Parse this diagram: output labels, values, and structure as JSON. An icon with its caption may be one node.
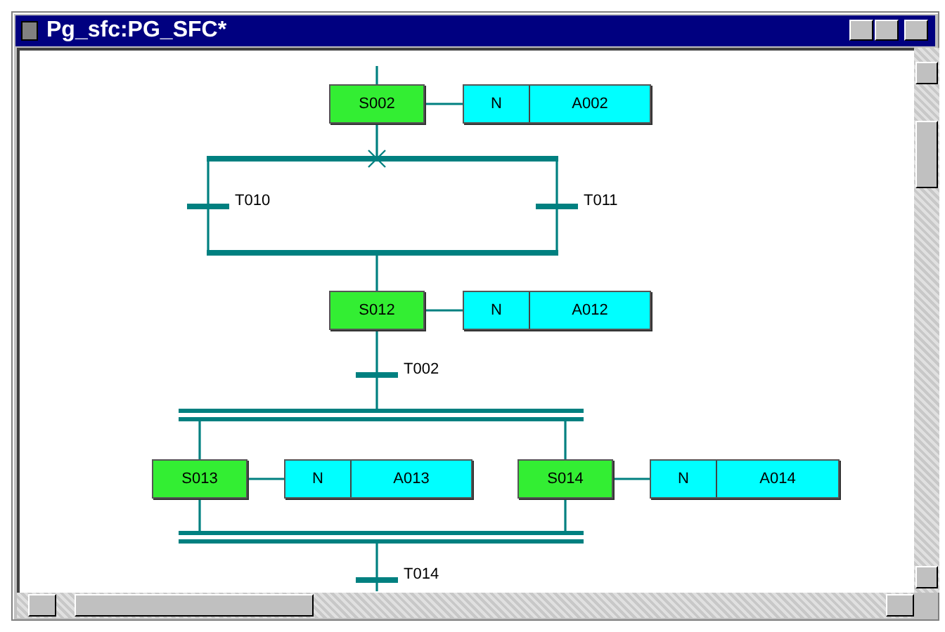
{
  "diagram": {
    "title": "Pg_sfc:PG_SFC*",
    "nodes": [
      {
        "text": [
          "S002"
        ]
      },
      {
        "text": [
          "N",
          "A002"
        ]
      },
      {
        "text": [],
        "shape": "bar"
      },
      {
        "text": [],
        "shape": "bar",
        "beside": [
          "T010"
        ]
      },
      {
        "text": [],
        "shape": "bar",
        "beside": [
          "T011"
        ]
      },
      {
        "text": [],
        "shape": "bar"
      },
      {
        "text": [
          "S012"
        ]
      },
      {
        "text": [
          "N",
          "A012"
        ]
      },
      {
        "text": [],
        "shape": "bar",
        "beside": [
          "T002"
        ]
      },
      {
        "text": [],
        "shape": "bar"
      },
      {
        "text": [
          "S013"
        ]
      },
      {
        "text": [
          "N",
          "A013"
        ]
      },
      {
        "text": [
          "S014"
        ]
      },
      {
        "text": [
          "N",
          "A014"
        ]
      },
      {
        "text": [],
        "shape": "bar"
      },
      {
        "text": [],
        "shape": "bar",
        "beside": [
          "T014"
        ]
      }
    ],
    "edges": [
      {
        "from": null,
        "to": 0,
        "arrow": "none"
      },
      {
        "from": 0,
        "to": 1,
        "arrow": "none"
      },
      {
        "from": 0,
        "to": 2,
        "arrow": "none"
      },
      {
        "from": 2,
        "to": 3,
        "arrow": "none"
      },
      {
        "from": 2,
        "to": 4,
        "arrow": "none"
      },
      {
        "from": 3,
        "to": 5,
        "arrow": "none"
      },
      {
        "from": 4,
        "to": 5,
        "arrow": "none"
      },
      {
        "from": 5,
        "to": 6,
        "arrow": "none"
      },
      {
        "from": 6,
        "to": 7,
        "arrow": "none"
      },
      {
        "from": 6,
        "to": 8,
        "arrow": "none"
      },
      {
        "from": 8,
        "to": 9,
        "arrow": "none"
      },
      {
        "from": 9,
        "to": 10,
        "arrow": "none"
      },
      {
        "from": 9,
        "to": 12,
        "arrow": "none"
      },
      {
        "from": 10,
        "to": 11,
        "arrow": "none"
      },
      {
        "from": 12,
        "to": 13,
        "arrow": "none"
      },
      {
        "from": 10,
        "to": 14,
        "arrow": "none"
      },
      {
        "from": 12,
        "to": 14,
        "arrow": "none"
      },
      {
        "from": 14,
        "to": 15,
        "arrow": "none"
      },
      {
        "from": 15,
        "to": null,
        "arrow": "none"
      }
    ]
  }
}
